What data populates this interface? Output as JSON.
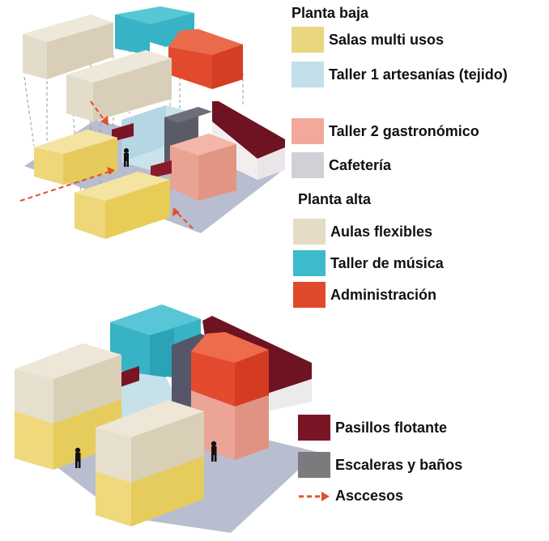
{
  "legend": {
    "ground_floor_heading": "Planta baja",
    "upper_floor_heading": "Planta alta",
    "ground_floor_items": [
      {
        "label": "Salas multi usos",
        "color": "#e8d77e"
      },
      {
        "label": "Taller 1 artesanías (tejido)",
        "color": "#c3e0ea"
      },
      {
        "label": "Taller 2 gastronómico",
        "color": "#f2a89a"
      },
      {
        "label": "Cafetería",
        "color": "#d2cfd6"
      }
    ],
    "upper_floor_items": [
      {
        "label": "Aulas flexibles",
        "color": "#e6dcc6"
      },
      {
        "label": "Taller de música",
        "color": "#3dbacb"
      },
      {
        "label": "Administración",
        "color": "#e04a2c"
      }
    ],
    "other_items": [
      {
        "label": "Pasillos flotante",
        "color": "#7a1526"
      },
      {
        "label": "Escaleras y baños",
        "color": "#7b7b7e"
      },
      {
        "label": "Asccesos",
        "color": "#e0502a",
        "icon": "dashed-arrow-icon"
      }
    ]
  }
}
